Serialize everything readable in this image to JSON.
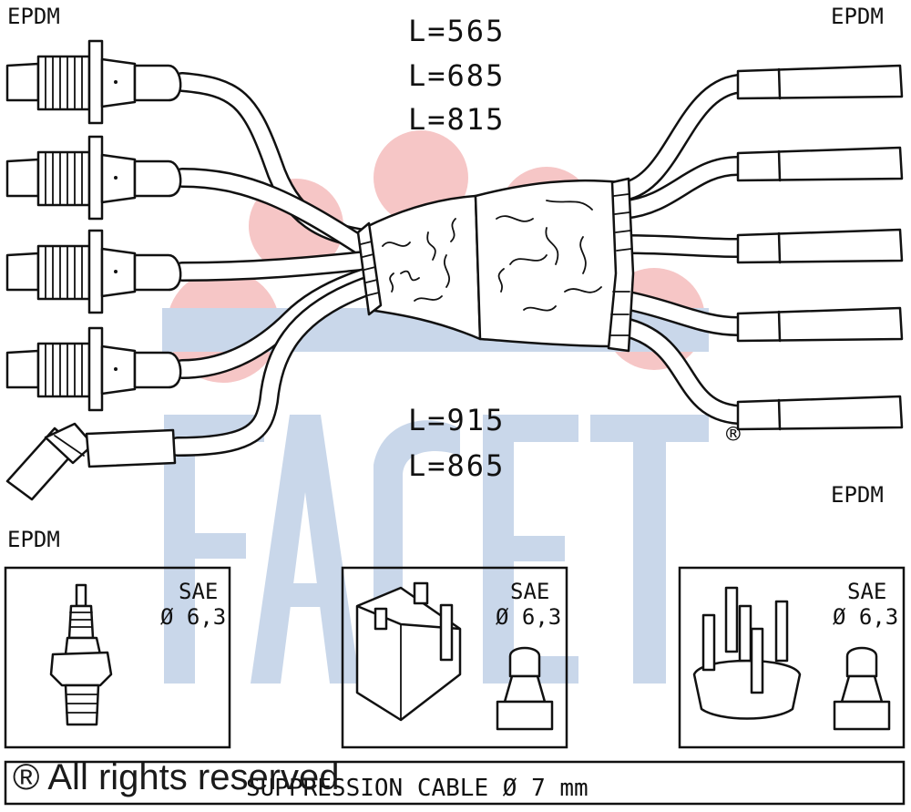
{
  "labels": {
    "top_left": "EPDM",
    "top_right": "EPDM",
    "right_middle": "EPDM",
    "left_bottom": "EPDM"
  },
  "lengths_top": [
    "L=565",
    "L=685",
    "L=815"
  ],
  "lengths_bottom": [
    "L=915",
    "L=865"
  ],
  "brand": {
    "logo_text": "FACET",
    "registered": "®",
    "logo_color": "#c9d7ea",
    "circle_color": "#f6c6c6"
  },
  "panels": [
    {
      "sae": "SAE",
      "diameter": "Ø 6,3"
    },
    {
      "sae": "SAE",
      "diameter": "Ø 6,3"
    },
    {
      "sae": "SAE",
      "diameter": "Ø 6,3"
    }
  ],
  "footer": {
    "cable_text": "SUPPRESSION CABLE  Ø  7 mm",
    "rights_text": "® All rights reserved"
  }
}
